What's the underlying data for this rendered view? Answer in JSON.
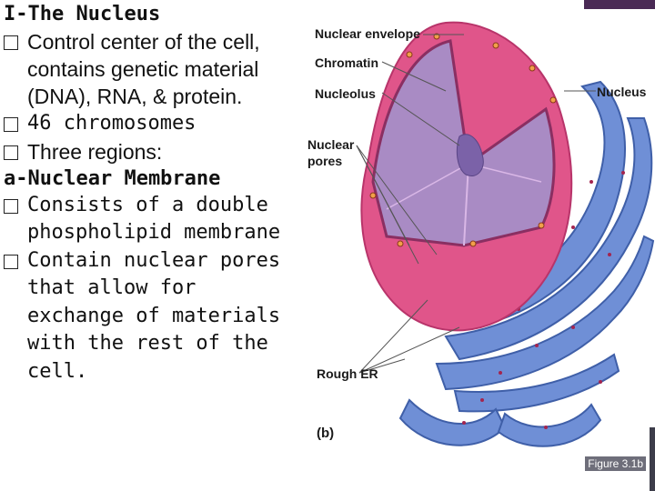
{
  "text": {
    "heading": "I-The Nucleus",
    "bullets_1": [
      "Control center of the cell, contains genetic material (DNA), RNA, & protein.",
      "46 chromosomes",
      "Three regions:"
    ],
    "subheading": "a-Nuclear Membrane",
    "bullets_2": [
      "Consists of a double phospholipid membrane",
      "Contain nuclear pores that allow for exchange of materials with the rest of the cell."
    ]
  },
  "figure": {
    "labels": {
      "nuclear_envelope": "Nuclear envelope",
      "chromatin": "Chromatin",
      "nucleolus": "Nucleolus",
      "nucleus": "Nucleus",
      "nuclear_pores_1": "Nuclear",
      "nuclear_pores_2": "pores",
      "rough_er": "Rough ER",
      "panel": "(b)"
    },
    "caption": "Figure 3.1b"
  },
  "colors": {
    "envelope": "#e0558a",
    "interior": "#a98bc4",
    "er": "#6f8fd6",
    "nucleolus": "#7b62a8",
    "accent_bar": "#4a2a55"
  }
}
